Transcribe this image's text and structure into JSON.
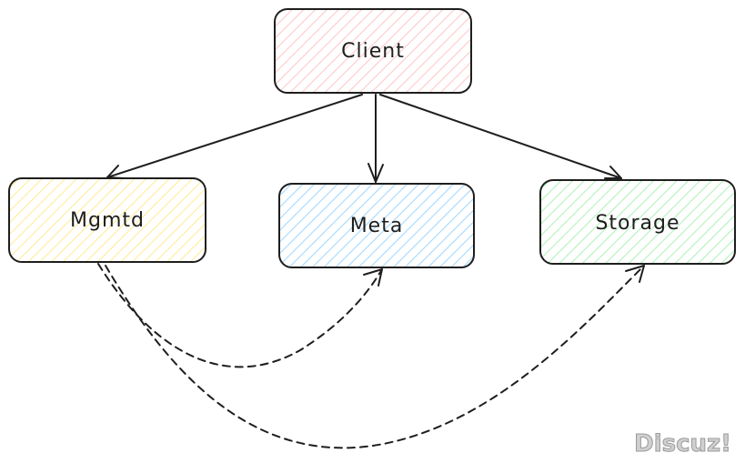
{
  "nodes": {
    "client": {
      "label": "Client",
      "fill": "#ffc9c9"
    },
    "mgmtd": {
      "label": "Mgmtd",
      "fill": "#ffec99"
    },
    "meta": {
      "label": "Meta",
      "fill": "#a5d8ff"
    },
    "storage": {
      "label": "Storage",
      "fill": "#b2f2bb"
    }
  },
  "edges": [
    {
      "from": "Client",
      "to": "Mgmtd",
      "style": "solid"
    },
    {
      "from": "Client",
      "to": "Meta",
      "style": "solid"
    },
    {
      "from": "Client",
      "to": "Storage",
      "style": "solid"
    },
    {
      "from": "Mgmtd",
      "to": "Meta",
      "style": "dashed"
    },
    {
      "from": "Mgmtd",
      "to": "Storage",
      "style": "dashed"
    }
  ],
  "watermark": "Discuz!"
}
